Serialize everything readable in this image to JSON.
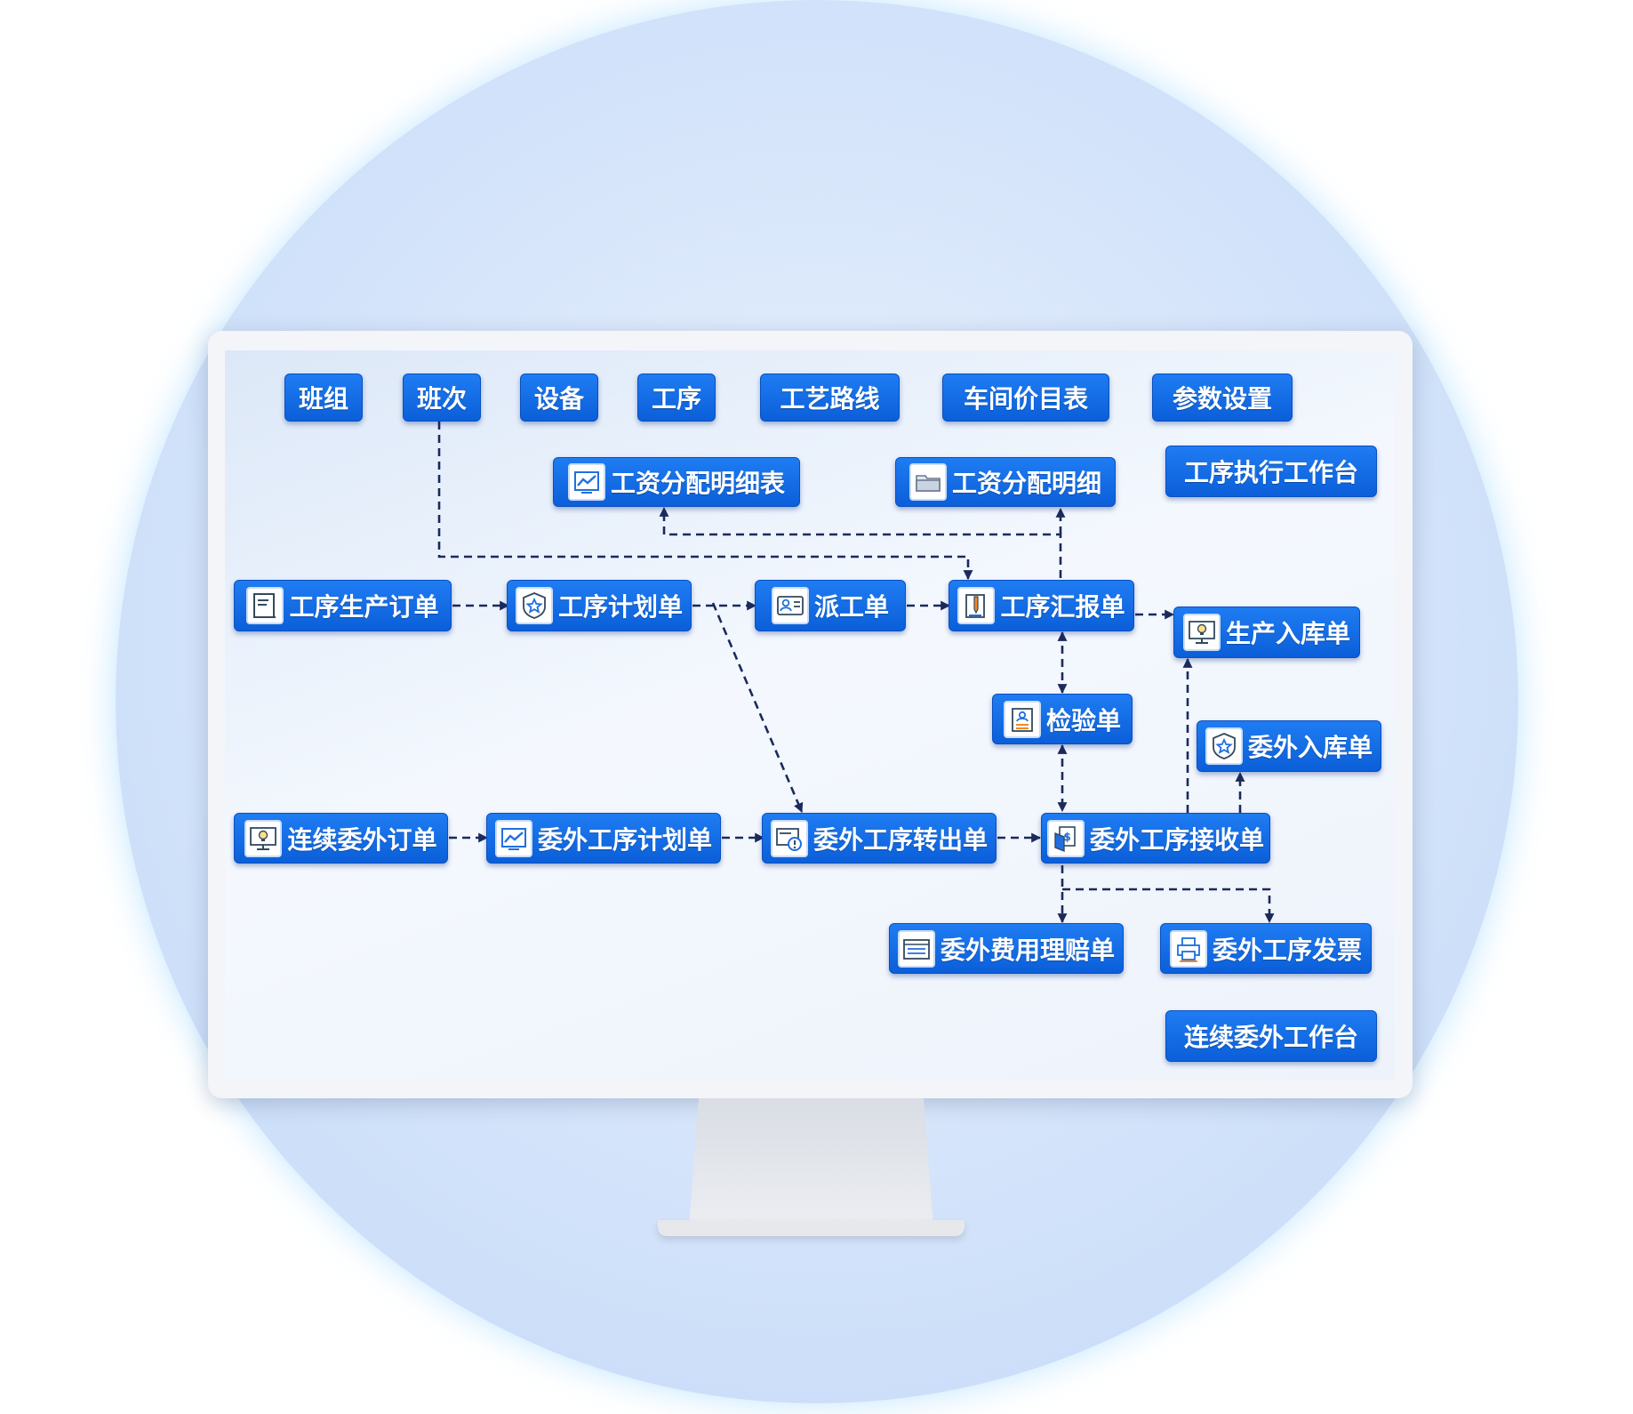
{
  "colors": {
    "node_fill": "#0b5fd9",
    "node_border": "#0a4fc0",
    "link": "#1b2a5c",
    "icon_accent": "#1f6fe0",
    "icon_orange": "#f08a24"
  },
  "top_nodes": [
    {
      "id": "banzu",
      "label": "班组"
    },
    {
      "id": "banci",
      "label": "班次"
    },
    {
      "id": "shebei",
      "label": "设备"
    },
    {
      "id": "gongxu",
      "label": "工序"
    },
    {
      "id": "gongyiluxian",
      "label": "工艺路线"
    },
    {
      "id": "chejianjiamubiao",
      "label": "车间价目表"
    },
    {
      "id": "canshushezhi",
      "label": "参数设置"
    }
  ],
  "nodes": [
    {
      "id": "gongzi_biao",
      "label": "工资分配明细表",
      "icon": "chart-icon"
    },
    {
      "id": "gongzi_mingxi",
      "label": "工资分配明细",
      "icon": "folder-icon"
    },
    {
      "id": "gongxu_zhixing",
      "label": "工序执行工作台",
      "icon": ""
    },
    {
      "id": "gongxu_dingdan",
      "label": "工序生产订单",
      "icon": "document-icon"
    },
    {
      "id": "gongxu_jihua",
      "label": "工序计划单",
      "icon": "star-badge-icon"
    },
    {
      "id": "paigong",
      "label": "派工单",
      "icon": "contact-card-icon"
    },
    {
      "id": "gongxu_huibao",
      "label": "工序汇报单",
      "icon": "pencil-note-icon"
    },
    {
      "id": "shengchan_ruku",
      "label": "生产入库单",
      "icon": "lightbulb-monitor-icon"
    },
    {
      "id": "jianyan",
      "label": "检验单",
      "icon": "clipboard-user-icon"
    },
    {
      "id": "weiwai_ruku",
      "label": "委外入库单",
      "icon": "star-badge-icon"
    },
    {
      "id": "lianxu_dingdan",
      "label": "连续委外订单",
      "icon": "lightbulb-monitor-icon"
    },
    {
      "id": "weiwai_jihua",
      "label": "委外工序计划单",
      "icon": "chart-icon"
    },
    {
      "id": "weiwai_zhuanchu",
      "label": "委外工序转出单",
      "icon": "warning-card-icon"
    },
    {
      "id": "weiwai_jieshou",
      "label": "委外工序接收单",
      "icon": "money-doc-icon"
    },
    {
      "id": "weiwai_feiyong",
      "label": "委外费用理赔单",
      "icon": "list-card-icon"
    },
    {
      "id": "weiwai_fapiao",
      "label": "委外工序发票",
      "icon": "printer-icon"
    },
    {
      "id": "lianxu_gongzuotai",
      "label": "连续委外工作台",
      "icon": ""
    }
  ]
}
